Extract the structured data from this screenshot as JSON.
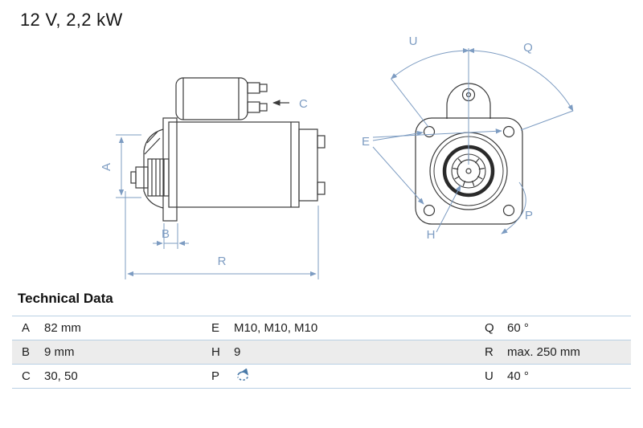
{
  "title": "12 V, 2,2 kW",
  "diagram": {
    "dim_labels": {
      "A": "A",
      "B": "B",
      "C": "C",
      "R": "R",
      "U": "U",
      "Q": "Q",
      "E": "E",
      "H": "H",
      "P": "P"
    },
    "colors": {
      "dimension_blue": "#7d9cc2",
      "line_dark": "#3a3a3a"
    }
  },
  "technical_data": {
    "heading": "Technical Data",
    "rows": [
      {
        "c1l": "A",
        "c1v": "82 mm",
        "c2l": "E",
        "c2v": "M10, M10, M10",
        "c3l": "Q",
        "c3v": "60 °"
      },
      {
        "c1l": "B",
        "c1v": "9 mm",
        "c2l": "H",
        "c2v": "9",
        "c3l": "R",
        "c3v": "max. 250 mm"
      },
      {
        "c1l": "C",
        "c1v": "30, 50",
        "c2l": "P",
        "c2icon": "rotation-cw-icon",
        "c3l": "U",
        "c3v": "40 °"
      }
    ]
  }
}
